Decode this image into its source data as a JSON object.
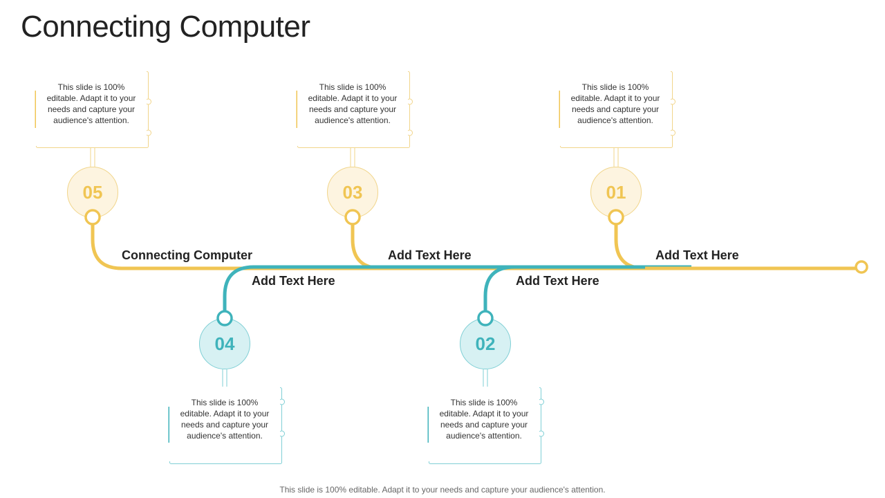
{
  "title": "Connecting Computer",
  "footer": "This slide is 100% editable. Adapt it to your needs and capture your audience's attention.",
  "colors": {
    "yellow": "#f0c553",
    "teal": "#3fb3bb"
  },
  "steps": [
    {
      "number": "01",
      "label": "Add Text Here",
      "text": "This slide is 100% editable. Adapt it to your needs and capture your audience's attention.",
      "color": "yellow"
    },
    {
      "number": "02",
      "label": "Add Text Here",
      "text": "This slide is 100% editable. Adapt it to your needs and capture your audience's attention.",
      "color": "teal"
    },
    {
      "number": "03",
      "label": "Add Text Here",
      "text": "This slide is 100% editable. Adapt it to your needs and capture your audience's attention.",
      "color": "yellow"
    },
    {
      "number": "04",
      "label": "Add Text Here",
      "text": "This slide is 100% editable. Adapt it to your needs and capture your audience's attention.",
      "color": "teal"
    },
    {
      "number": "05",
      "label": "Connecting Computer",
      "text": "This slide is 100% editable. Adapt it to your needs and capture your audience's attention.",
      "color": "yellow"
    }
  ]
}
